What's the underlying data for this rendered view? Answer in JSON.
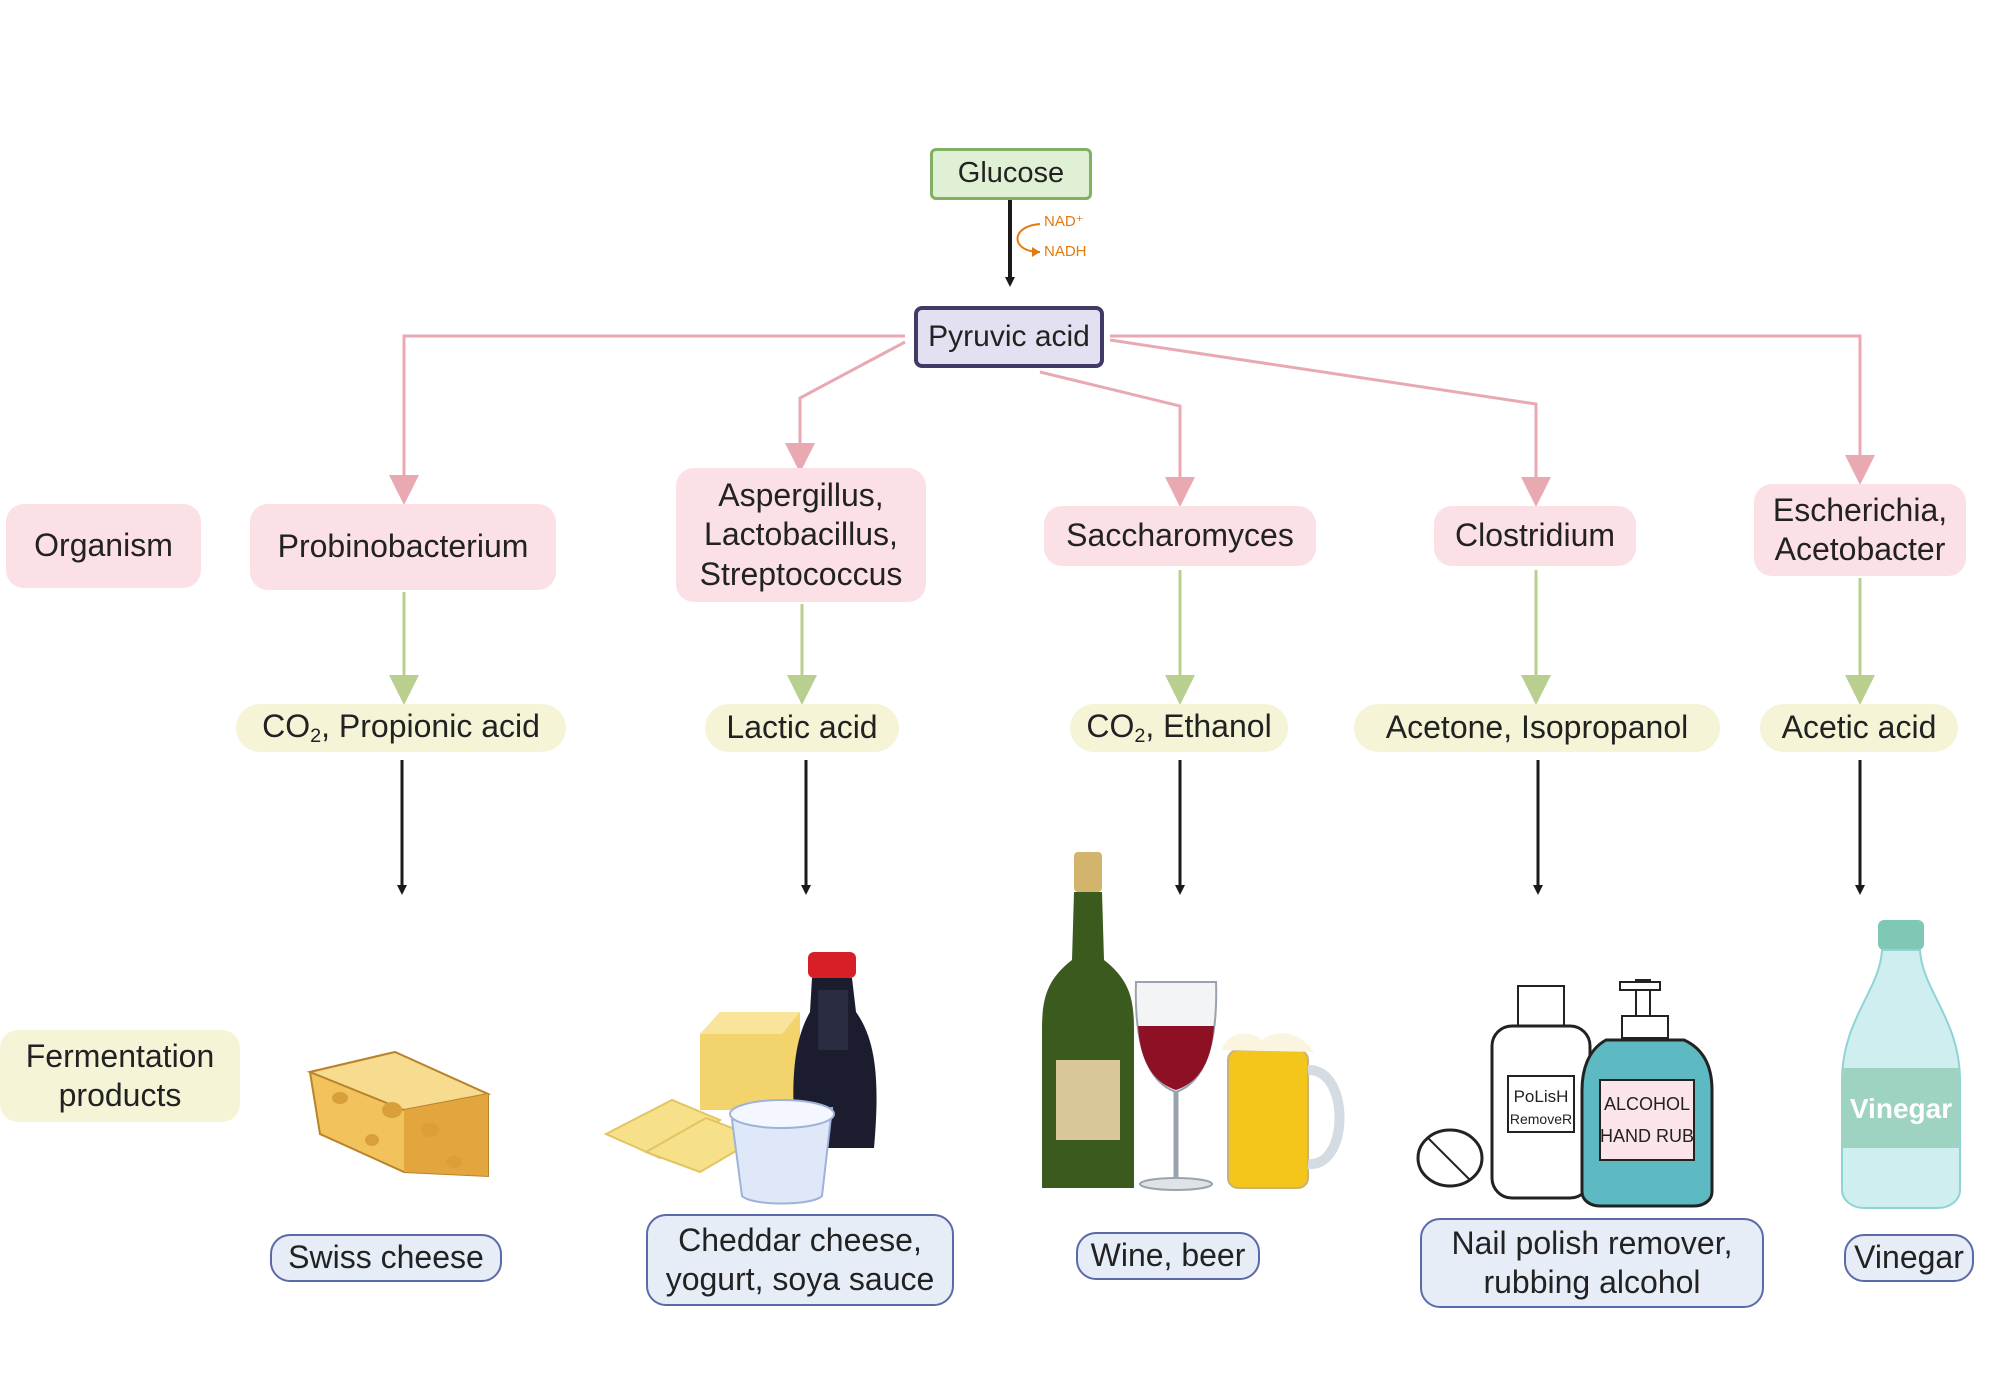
{
  "pathway": {
    "glucose": "Glucose",
    "cofactor_in": "NAD⁺",
    "cofactor_out": "NADH",
    "pyruvic": "Pyruvic acid"
  },
  "row_labels": {
    "organism": "Organism",
    "fermentation_line1": "Fermentation",
    "fermentation_line2": "products"
  },
  "columns": [
    {
      "organism": [
        "Probinobacterium"
      ],
      "product_prefix": "CO",
      "product_sub": "2",
      "product_rest": ", Propionic acid",
      "food": [
        "Swiss cheese"
      ]
    },
    {
      "organism": [
        "Aspergillus,",
        "Lactobacillus,",
        "Streptococcus"
      ],
      "product_prefix": "Lactic acid",
      "product_sub": "",
      "product_rest": "",
      "food": [
        "Cheddar cheese,",
        "yogurt, soya sauce"
      ]
    },
    {
      "organism": [
        "Saccharomyces"
      ],
      "product_prefix": "CO",
      "product_sub": "2",
      "product_rest": ", Ethanol",
      "food": [
        "Wine, beer"
      ]
    },
    {
      "organism": [
        "Clostridium"
      ],
      "product_prefix": "Acetone, Isopropanol",
      "product_sub": "",
      "product_rest": "",
      "food": [
        "Nail polish remover,",
        "rubbing alcohol"
      ]
    },
    {
      "organism": [
        "Escherichia,",
        "Acetobacter"
      ],
      "product_prefix": "Acetic acid",
      "product_sub": "",
      "product_rest": "",
      "food": [
        "Vinegar"
      ]
    }
  ],
  "illustrations": {
    "polish_label_1": "PoLisH",
    "polish_label_2": "RemoveR",
    "rub_label_1": "ALCOHOL",
    "rub_label_2": "HAND RUB",
    "vinegar_label": "Vinegar"
  },
  "colors": {
    "organism_fill": "#fbe0e5",
    "product_fill": "#f6f4d7",
    "food_fill": "#e7edf7",
    "pink_arrow": "#e9a9b3",
    "green_arrow": "#b8cf8f"
  }
}
